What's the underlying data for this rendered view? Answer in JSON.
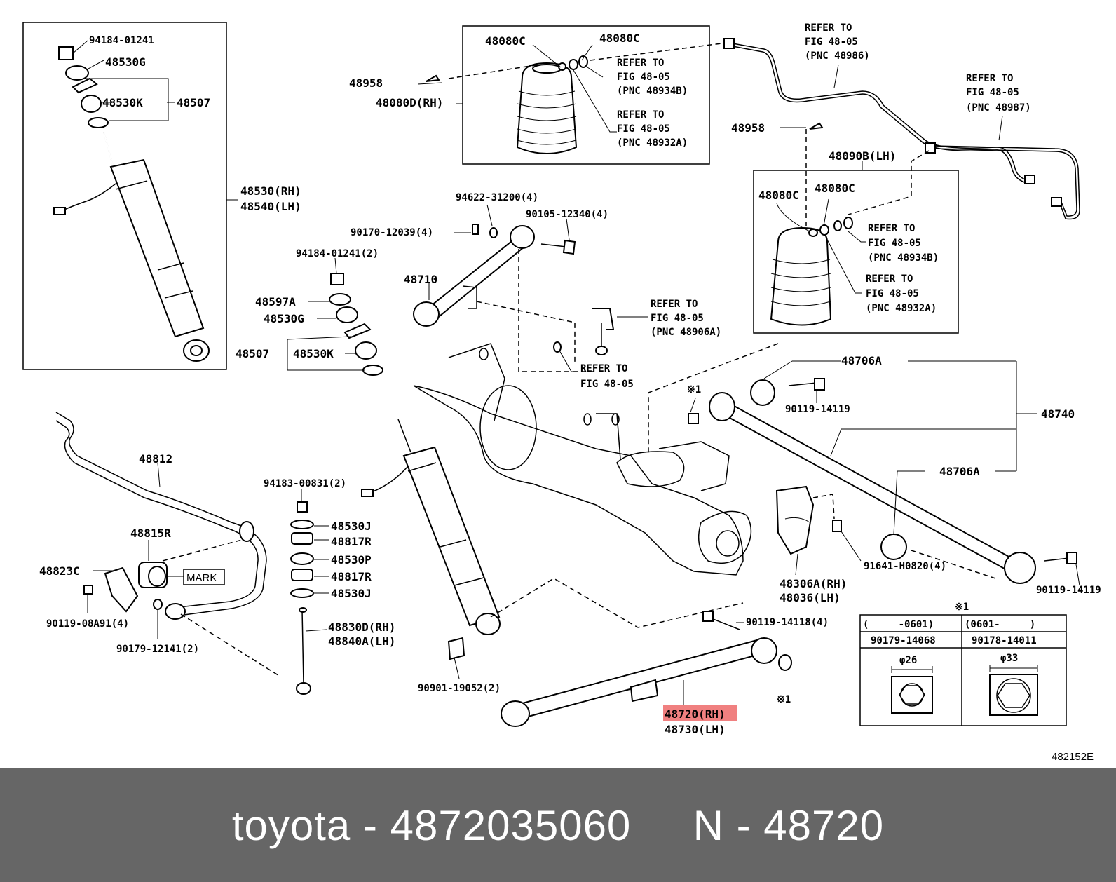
{
  "diagram": {
    "labels": {
      "p94184_01241_top": "94184-01241",
      "p48530G_top": "48530G",
      "p48530K_top": "48530K",
      "p48507_top": "48507",
      "p48530_rh": "48530(RH)",
      "p48540_lh": "48540(LH)",
      "p48080C_a": "48080C",
      "p48080C_b": "48080C",
      "p48958_a": "48958",
      "p48080D": "48080D(RH)",
      "ref_a1": "REFER TO",
      "ref_a2": "FIG 48-05",
      "ref_a3": "(PNC 48934B)",
      "ref_b1": "REFER TO",
      "ref_b2": "FIG 48-05",
      "ref_b3": "(PNC 48932A)",
      "ref_c1": "REFER TO",
      "ref_c2": "FIG 48-05",
      "ref_c3": "(PNC 48986)",
      "ref_d1": "REFER TO",
      "ref_d2": "FIG 48-05",
      "ref_d3": "(PNC 48987)",
      "p48958_b": "48958",
      "p48090B": "48090B(LH)",
      "p48080C_c": "48080C",
      "p48080C_d": "48080C",
      "ref_e1": "REFER TO",
      "ref_e2": "FIG 48-05",
      "ref_e3": "(PNC 48934B)",
      "ref_f1": "REFER TO",
      "ref_f2": "FIG 48-05",
      "ref_f3": "(PNC 48932A)",
      "p94622": "94622-31200(4)",
      "p90105": "90105-12340(4)",
      "p90170": "90170-12039(4)",
      "p94184_2": "94184-01241(2)",
      "p48710": "48710",
      "p48597A": "48597A",
      "p48530G_mid": "48530G",
      "p48507_mid": "48507",
      "p48530K_mid": "48530K",
      "ref_g1": "REFER TO",
      "ref_g2": "FIG 48-05",
      "ref_g3": "(PNC 48906A)",
      "ref_h1": "REFER TO",
      "ref_h2": "FIG 48-05",
      "p48706A_a": "48706A",
      "p90119_14119_a": "90119-14119",
      "note1_a": "※1",
      "p48740": "48740",
      "p48706A_b": "48706A",
      "p48812": "48812",
      "p94183": "94183-00831(2)",
      "p48530J_a": "48530J",
      "p48817R_a": "48817R",
      "p48530P": "48530P",
      "p48817R_b": "48817R",
      "p48530J_b": "48530J",
      "p48815R": "48815R",
      "mark": "MARK",
      "p48823C": "48823C",
      "p90119_08A91": "90119-08A91(4)",
      "p90179_12141": "90179-12141(2)",
      "p48830D": "48830D(RH)",
      "p48840A": "48840A(LH)",
      "p90901": "90901-19052(2)",
      "p48306A": "48306A(RH)",
      "p48036": "48036(LH)",
      "p91641": "91641-H0820(4)",
      "p90119_14119_b": "90119-14119",
      "p90119_14118": "90119-14118(4)",
      "note1_b": "※1",
      "p48720": "48720(RH)",
      "p48730": "48730(LH)",
      "note1_c": "※1",
      "tbl_h1": "(     -0601)",
      "tbl_h2": "(0601-     )",
      "tbl_p1": "90179-14068",
      "tbl_p2": "90178-14011",
      "tbl_d1": "φ26",
      "tbl_d2": "φ33",
      "fig_code": "482152E"
    },
    "highlight_color": "#f08080"
  },
  "footer": {
    "text": "toyota - 4872035060     N - 48720",
    "background": "#666666",
    "color": "#ffffff"
  }
}
